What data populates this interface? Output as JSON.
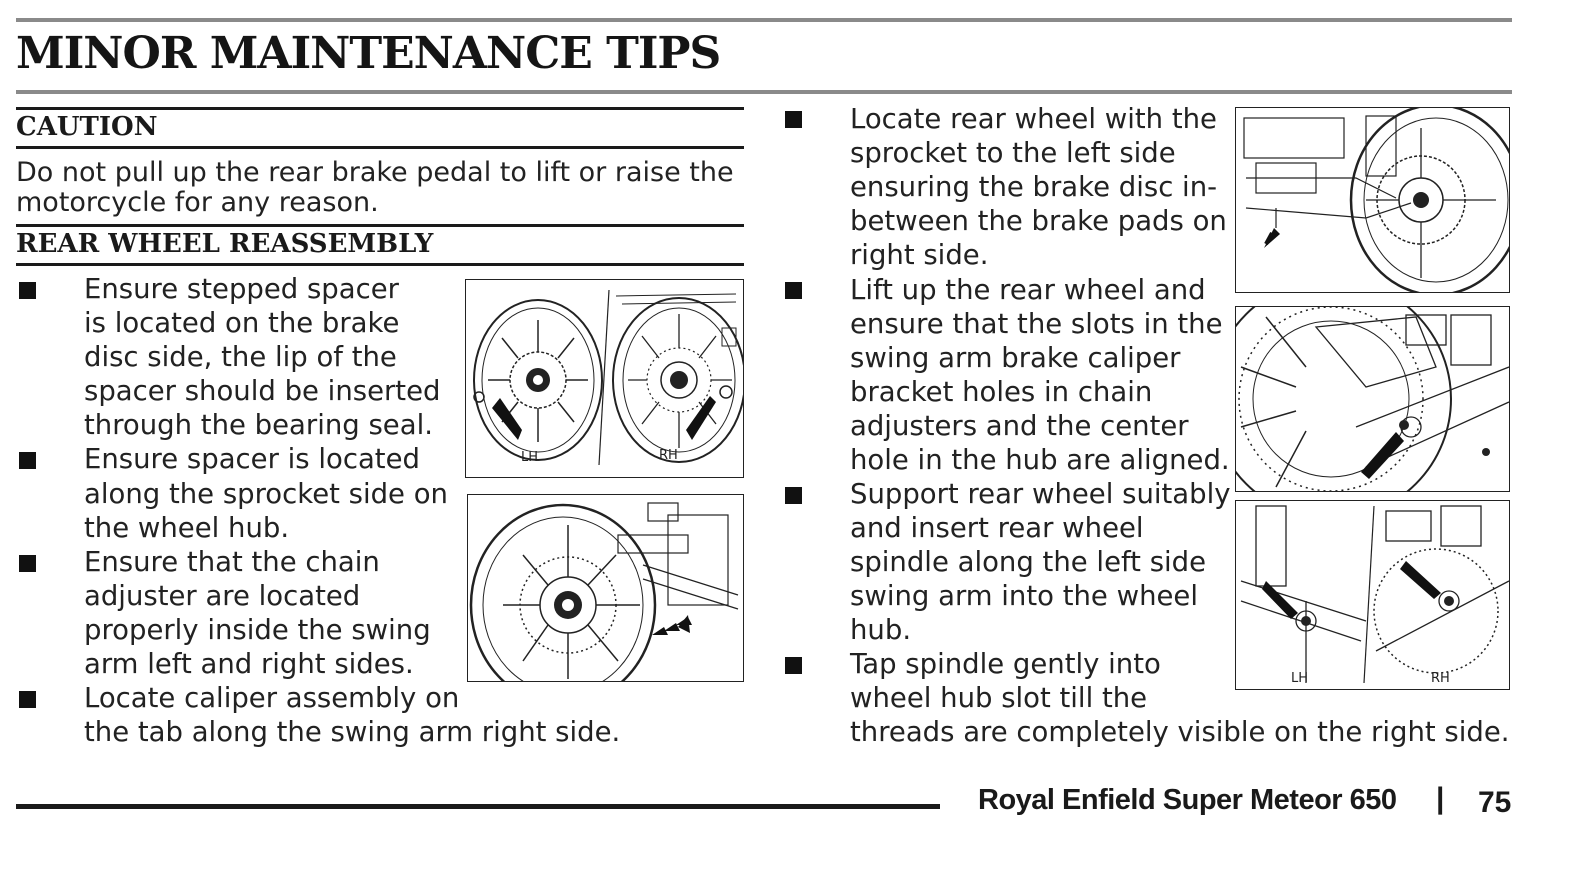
{
  "page_title": "MINOR MAINTENANCE TIPS",
  "caution": {
    "heading": "CAUTION",
    "line1": "Do not pull up the rear brake pedal to lift or raise the",
    "line2": "motorcycle for any reason."
  },
  "section": {
    "heading": "REAR WHEEL REASSEMBLY"
  },
  "left_steps": [
    {
      "lines": [
        "Ensure stepped spacer",
        "is located on the brake",
        "disc side, the lip of the",
        "spacer should be inserted",
        "through the bearing seal."
      ]
    },
    {
      "lines": [
        "Ensure spacer is located",
        "along the sprocket side on",
        "the wheel hub."
      ]
    },
    {
      "lines": [
        "Ensure that the chain",
        "adjuster are located",
        "properly inside the swing",
        "arm left and right sides."
      ]
    },
    {
      "lines": [
        "Locate caliper assembly on",
        "the tab along the swing arm right side."
      ]
    }
  ],
  "right_steps": [
    {
      "lines": [
        "Locate rear wheel with the",
        "sprocket to the left side",
        "ensuring the brake disc in-",
        "between the brake pads on",
        "right side."
      ]
    },
    {
      "lines": [
        "Lift up the rear wheel and",
        "ensure that the slots in the",
        "swing arm brake caliper",
        "bracket holes in chain",
        "adjusters and the center",
        "hole in the hub are aligned."
      ]
    },
    {
      "lines": [
        "Support rear wheel suitably",
        "and insert rear wheel",
        "spindle along the left side",
        "swing arm into the wheel",
        "hub."
      ]
    },
    {
      "lines": [
        "Tap spindle gently into",
        "wheel hub slot till the",
        "threads are completely visible on the right side."
      ]
    }
  ],
  "figures": {
    "fig1": {
      "left_label": "LH",
      "right_label": "RH"
    },
    "fig6": {
      "left_label": "LH",
      "right_label": "RH"
    }
  },
  "footer": {
    "model": "Royal Enfield Super Meteor 650",
    "separator": "|",
    "page_number": "75"
  }
}
